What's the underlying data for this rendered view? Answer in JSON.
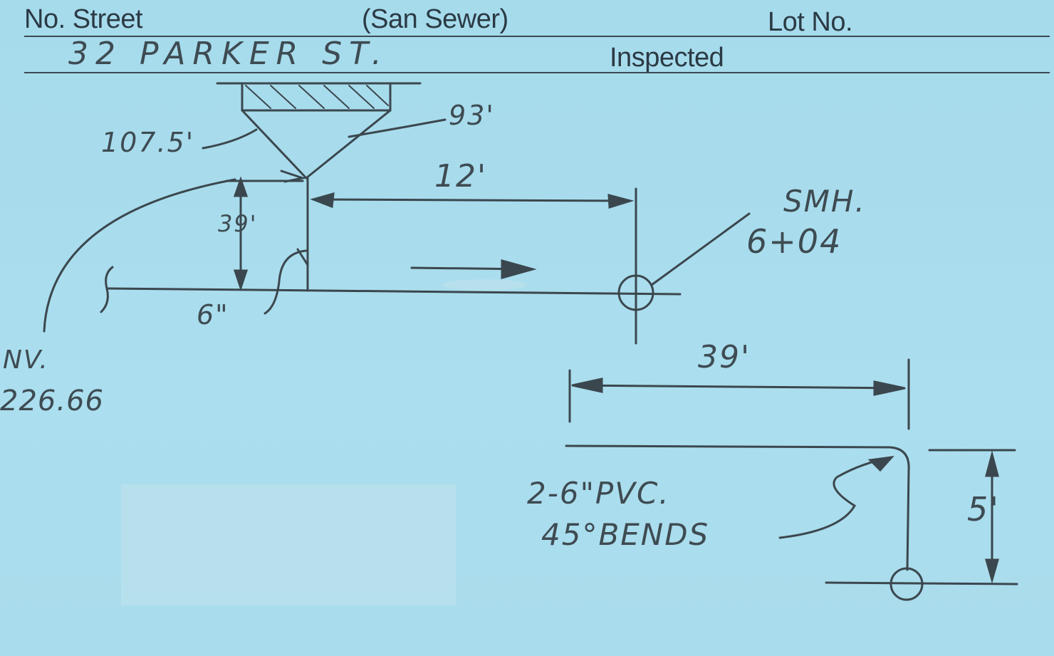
{
  "header": {
    "street_label": "No. Street",
    "type_label": "(San Sewer)",
    "lot_label": "Lot No.",
    "inspected_label": "Inspected",
    "street_value": "32 PARKER ST."
  },
  "sketch": {
    "angle_left": "107.5'",
    "angle_right": "93'",
    "offset": "12'",
    "depth": "39'",
    "pipe_size": "6\"",
    "manhole_label": "SMH.",
    "manhole_station": "6+04",
    "invert_label": "NV.",
    "invert_value": "226.66"
  },
  "detail": {
    "length": "39'",
    "height": "5'",
    "note_line1": "2-6\"PVC.",
    "note_line2": "45°BENDS"
  }
}
